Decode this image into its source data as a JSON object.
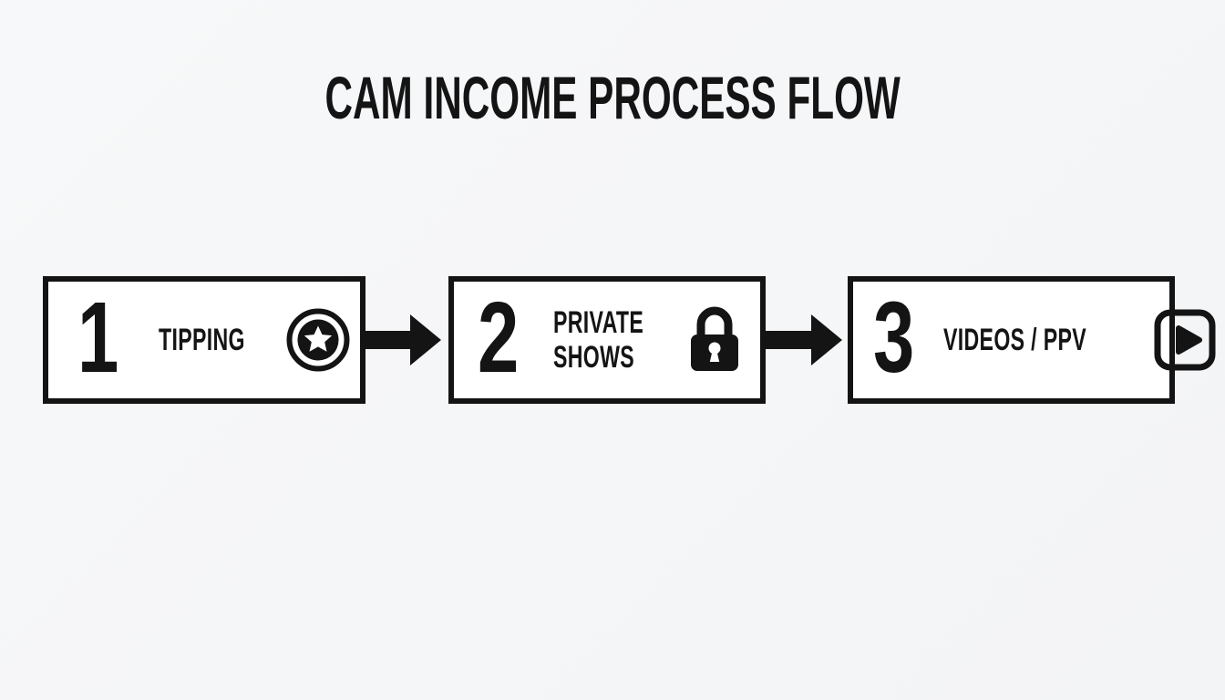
{
  "page": {
    "background_color": "#f5f6f7",
    "box_background_color": "#ffffff",
    "ink_color": "#141414"
  },
  "title": "CAM INCOME PROCESS FLOW",
  "flow": {
    "steps": [
      {
        "number": "1",
        "label_lines": [
          "TIPPING"
        ],
        "icon": "star-coin-icon"
      },
      {
        "number": "2",
        "label_lines": [
          "PRIVATE",
          "SHOWS"
        ],
        "icon": "padlock-icon"
      },
      {
        "number": "3",
        "label_lines": [
          "VIDEOS / PPV"
        ],
        "icon": "play-button-icon"
      }
    ],
    "connectors": [
      {
        "from": "1",
        "to": "2",
        "type": "arrow-right"
      },
      {
        "from": "2",
        "to": "3",
        "type": "arrow-right"
      }
    ]
  }
}
